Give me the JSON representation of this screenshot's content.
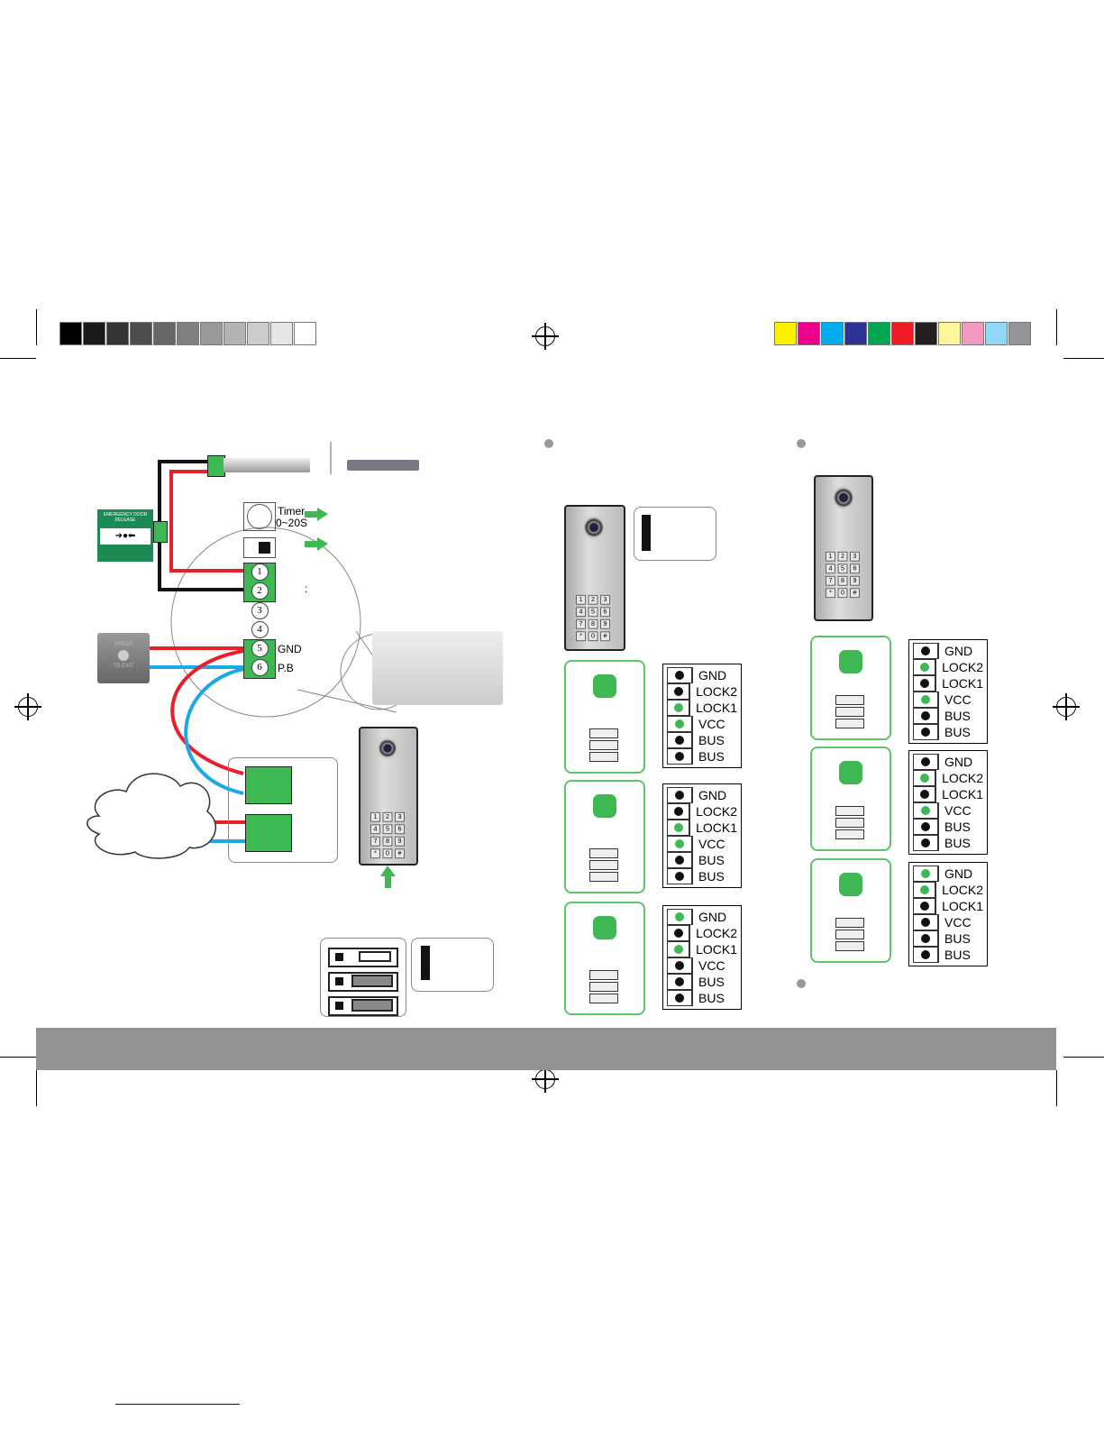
{
  "colors": {
    "accent_green": "#3eb853",
    "wire_red": "#e8202a",
    "wire_blue": "#1ba7e8",
    "footer_bar": "#939393"
  },
  "grayscale_swatches": [
    "#000000",
    "#1a1a1a",
    "#333333",
    "#4d4d4d",
    "#666666",
    "#808080",
    "#999999",
    "#b3b3b3",
    "#cccccc",
    "#e6e6e6",
    "#ffffff"
  ],
  "color_swatches": [
    "#fff200",
    "#ec008c",
    "#00aeef",
    "#2e3192",
    "#00a651",
    "#ed1c24",
    "#231f20",
    "#fff799",
    "#f49ac1",
    "#8fd8f8",
    "#939598"
  ],
  "wiring": {
    "timer_label": "Timer",
    "timer_range": "0~20S",
    "colon": ":",
    "terminals": [
      "1",
      "2",
      "3",
      "4",
      "5",
      "6"
    ],
    "gnd": "GND",
    "pb": "P.B",
    "emergency_label": "EMERGENCY DOOR RELEASE",
    "exit_button_top": "PRESS",
    "exit_button_bottom": "TO EXIT"
  },
  "keypad": [
    "1",
    "2",
    "3",
    "4",
    "5",
    "6",
    "7",
    "8",
    "9",
    "*",
    "0",
    "#"
  ],
  "pin_labels": [
    "GND",
    "LOCK2",
    "LOCK1",
    "VCC",
    "BUS",
    "BUS"
  ],
  "configs_left": [
    [
      false,
      false,
      true,
      true,
      false,
      false
    ],
    [
      false,
      false,
      true,
      true,
      false,
      false
    ],
    [
      true,
      false,
      true,
      false,
      false,
      false
    ]
  ],
  "configs_right": [
    [
      false,
      true,
      false,
      true,
      false,
      false
    ],
    [
      false,
      true,
      false,
      true,
      false,
      false
    ],
    [
      true,
      true,
      false,
      false,
      false,
      false
    ]
  ]
}
